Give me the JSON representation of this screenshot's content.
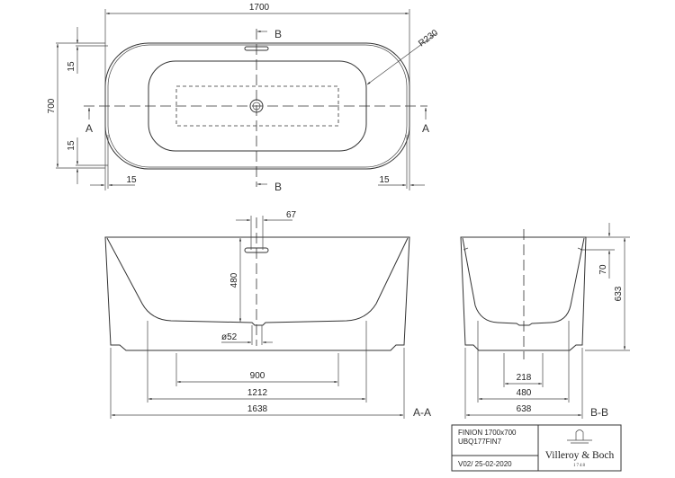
{
  "top_view": {
    "length": "1700",
    "width": "700",
    "offset_top": "15",
    "offset_bottom": "15",
    "offset_left": "15",
    "offset_right": "15",
    "radius": "R230",
    "section_b": "B",
    "section_a": "A"
  },
  "section_aa": {
    "overflow_width": "67",
    "overflow_height": "480",
    "drain_diameter": "ø52",
    "base_inner": "900",
    "base_mid": "1212",
    "overall": "1638",
    "label": "A-A"
  },
  "section_bb": {
    "rim": "70",
    "height": "633",
    "base_inner": "218",
    "base_mid": "480",
    "overall": "638",
    "label": "B-B"
  },
  "title_block": {
    "product": "FINION 1700x700",
    "code": "UBQ177FIN7",
    "version": "V02/ 25-02-2020",
    "brand": "Villeroy & Boch",
    "year": "1748"
  }
}
